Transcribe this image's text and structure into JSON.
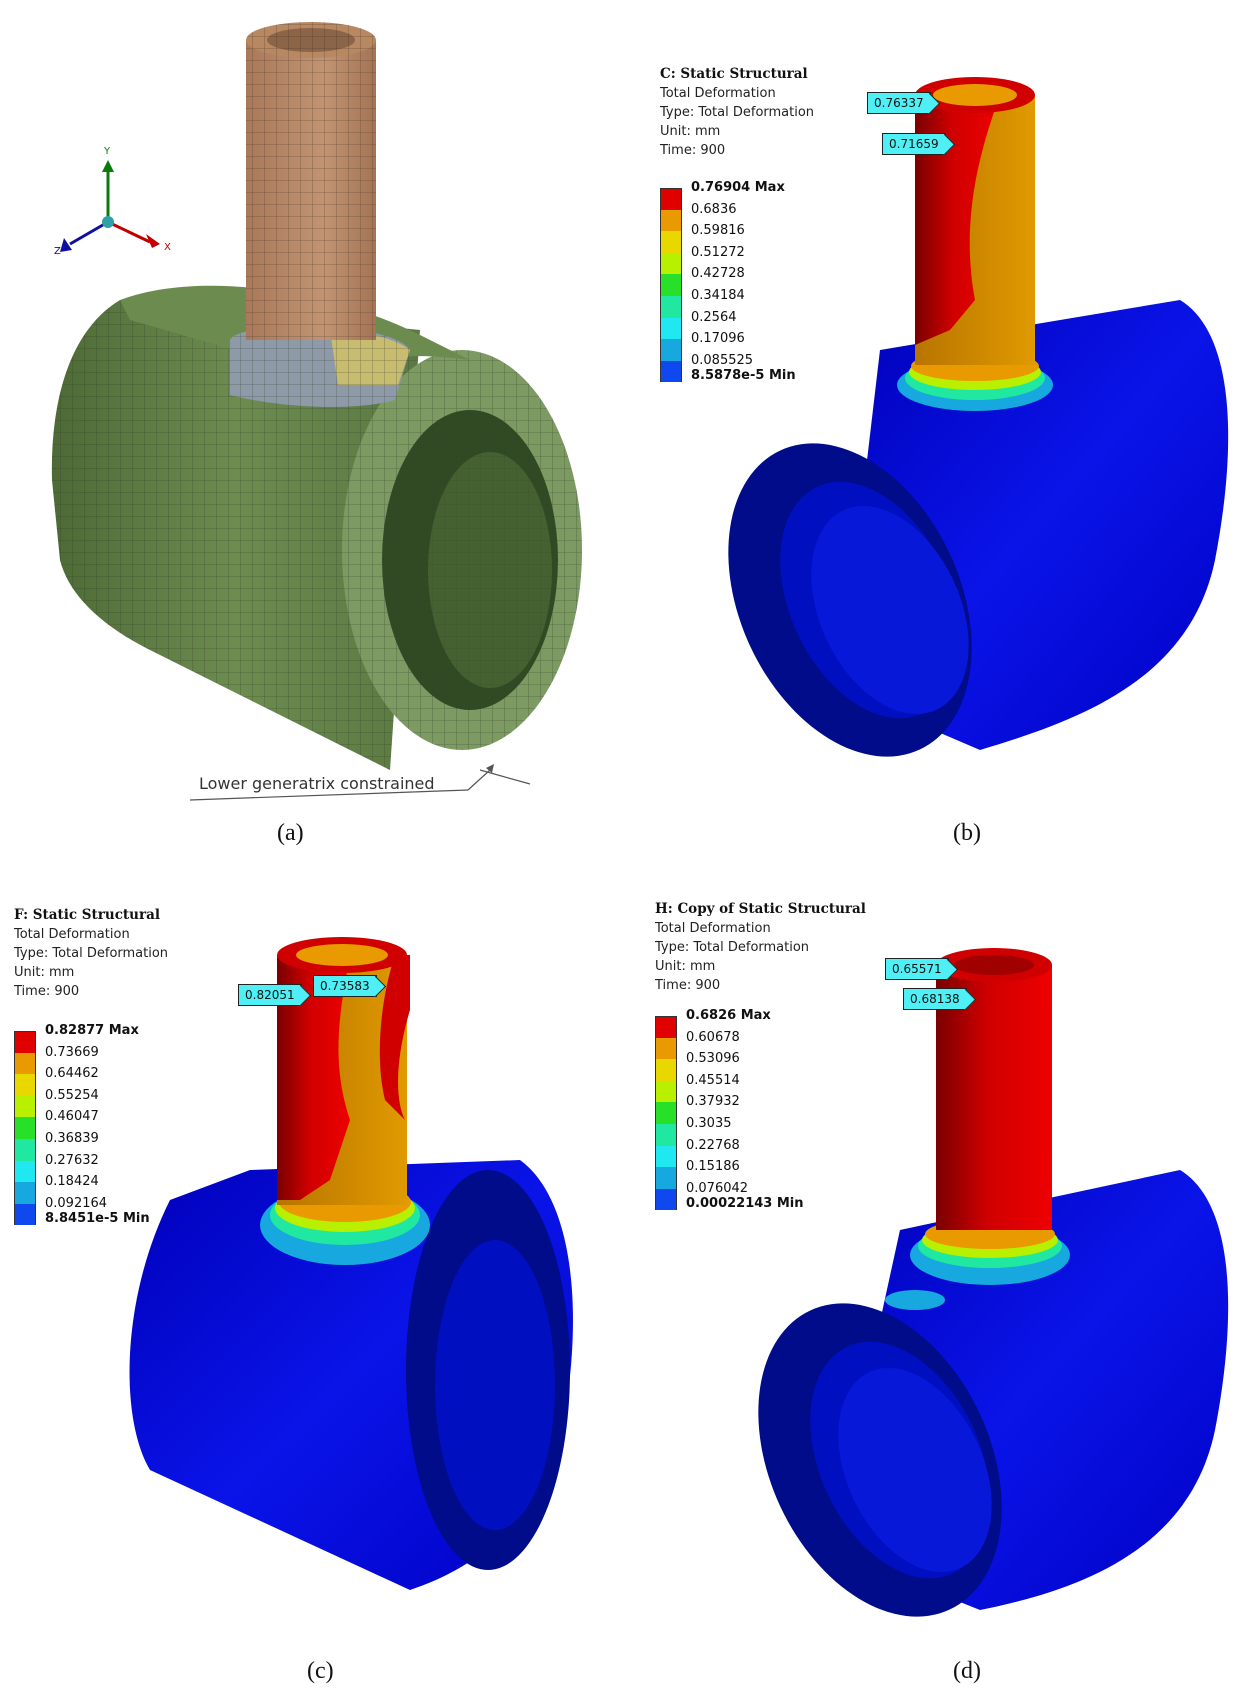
{
  "panels": {
    "a": {
      "caption": "(a)",
      "annotation": "Lower generatrix constrained",
      "triad": {
        "x": "X",
        "y": "Y",
        "z": "Z"
      }
    },
    "b": {
      "caption": "(b)",
      "info": [
        "C: Static Structural",
        "Total Deformation",
        "Type: Total Deformation",
        "Unit: mm",
        "Time: 900"
      ],
      "legend": [
        "0.76904 Max",
        "0.6836",
        "0.59816",
        "0.51272",
        "0.42728",
        "0.34184",
        "0.2564",
        "0.17096",
        "0.085525",
        "8.5878e-5 Min"
      ],
      "probes": [
        "0.76337",
        "0.71659"
      ]
    },
    "c": {
      "caption": "(c)",
      "info": [
        "F: Static Structural",
        "Total Deformation",
        "Type: Total Deformation",
        "Unit: mm",
        "Time: 900"
      ],
      "legend": [
        "0.82877 Max",
        "0.73669",
        "0.64462",
        "0.55254",
        "0.46047",
        "0.36839",
        "0.27632",
        "0.18424",
        "0.092164",
        "8.8451e-5 Min"
      ],
      "probes": [
        "0.82051",
        "0.73583"
      ]
    },
    "d": {
      "caption": "(d)",
      "info": [
        "H: Copy of Static Structural",
        "Total Deformation",
        "Type: Total Deformation",
        "Unit: mm",
        "Time: 900"
      ],
      "legend": [
        "0.6826 Max",
        "0.60678",
        "0.53096",
        "0.45514",
        "0.37932",
        "0.3035",
        "0.22768",
        "0.15186",
        "0.076042",
        "0.00022143 Min"
      ],
      "probes": [
        "0.65571",
        "0.68138"
      ]
    }
  },
  "legend_colors": [
    "#e00000",
    "#e89a00",
    "#e8d800",
    "#b8f000",
    "#28e028",
    "#20e8a0",
    "#20e8f0",
    "#18a8e0",
    "#1048f0",
    "#0000e0"
  ],
  "model_colors": {
    "mesh_cylinder": "#6b8a4e",
    "mesh_pipe": "#b88862",
    "deformation_blue": "#0000d8",
    "deformation_red": "#d80000",
    "deformation_orange": "#d89000"
  }
}
